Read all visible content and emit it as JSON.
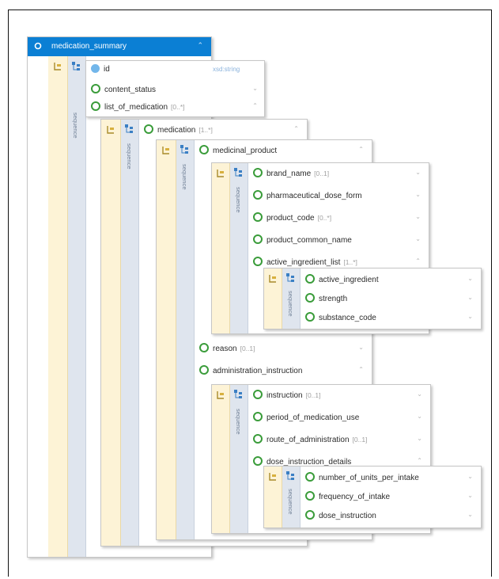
{
  "medication_summary": {
    "title": "medication_summary"
  },
  "labels": {
    "sequence": "sequence"
  },
  "root_items": {
    "id": {
      "name": "id",
      "type": "xsd:string"
    },
    "content_status": {
      "name": "content_status"
    },
    "list_of_medication": {
      "name": "list_of_medication",
      "card": "[0..*]"
    }
  },
  "medication": {
    "name": "medication",
    "card": "[1..*]"
  },
  "medication_items": {
    "medicinal_product": {
      "name": "medicinal_product"
    },
    "reason": {
      "name": "reason",
      "card": "[0..1]"
    },
    "administration_instruction": {
      "name": "administration_instruction"
    }
  },
  "product_items": [
    {
      "name": "brand_name",
      "card": "[0..1]",
      "chev": "⌄"
    },
    {
      "name": "pharmaceutical_dose_form",
      "card": "",
      "chev": "⌄"
    },
    {
      "name": "product_code",
      "card": "[0..*]",
      "chev": "⌄"
    },
    {
      "name": "product_common_name",
      "card": "",
      "chev": "⌄"
    },
    {
      "name": "active_ingredient_list",
      "card": "[1..*]",
      "chev": "⌃"
    }
  ],
  "ingredient_items": [
    {
      "name": "active_ingredient",
      "chev": "⌄"
    },
    {
      "name": "strength",
      "chev": "⌄"
    },
    {
      "name": "substance_code",
      "chev": "⌄"
    }
  ],
  "admin_items": [
    {
      "name": "instruction",
      "card": "[0..1]",
      "chev": "⌄"
    },
    {
      "name": "period_of_medication_use",
      "card": "",
      "chev": "⌄"
    },
    {
      "name": "route_of_administration",
      "card": "[0..1]",
      "chev": "⌄"
    },
    {
      "name": "dose_instruction_details",
      "card": "",
      "chev": "⌃"
    }
  ],
  "dose_items": [
    {
      "name": "number_of_units_per_intake",
      "chev": "⌄"
    },
    {
      "name": "frequency_of_intake",
      "chev": "⌄"
    },
    {
      "name": "dose_instruction",
      "chev": "⌄"
    }
  ],
  "chevrons": {
    "up": "⌃",
    "down": "⌄"
  },
  "colors": {
    "header": "#0b7fd4",
    "element_icon": "#3a9c3a",
    "sequence_strip": "#dfe5ee",
    "folder_strip": "#fdf3d6"
  }
}
